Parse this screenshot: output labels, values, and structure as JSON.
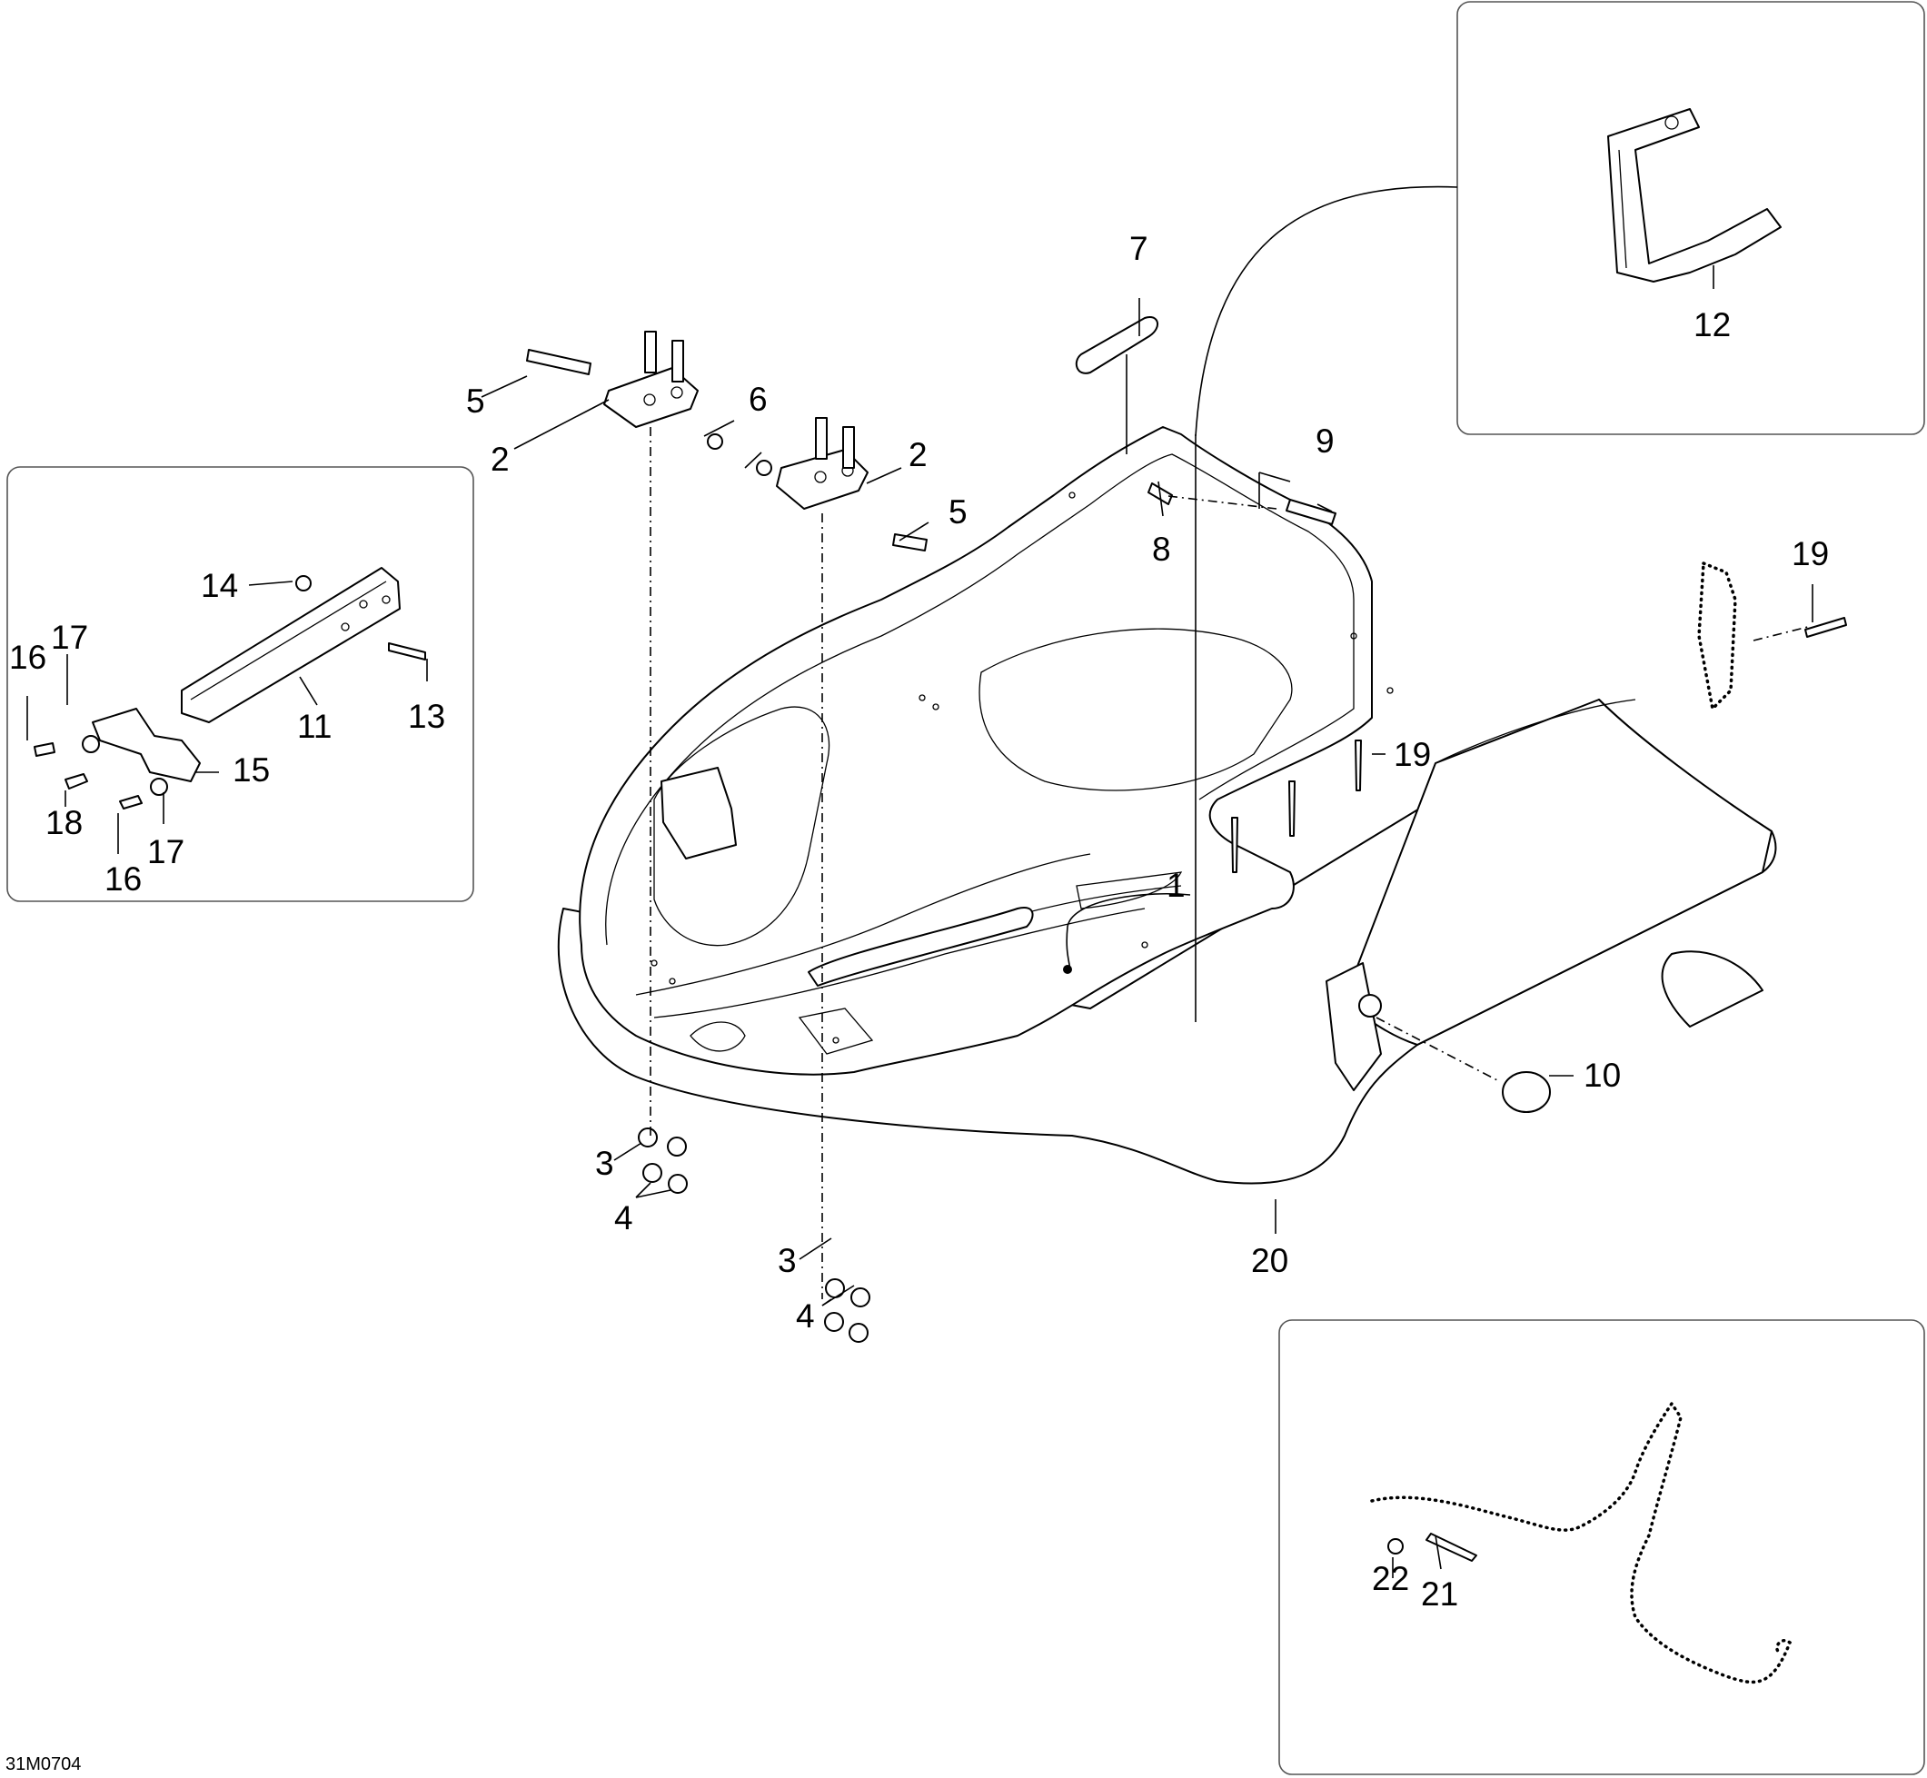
{
  "diagram_code": "31M0704",
  "callouts": {
    "c1": "1",
    "c2": "2",
    "c3": "3",
    "c4": "4",
    "c5": "5",
    "c6": "6",
    "c7": "7",
    "c8": "8",
    "c9": "9",
    "c10": "10",
    "c11": "11",
    "c12": "12",
    "c13": "13",
    "c14": "14",
    "c15": "15",
    "c16": "16",
    "c17": "17",
    "c18": "18",
    "c19": "19",
    "c20": "20",
    "c21": "21",
    "c22": "22"
  }
}
